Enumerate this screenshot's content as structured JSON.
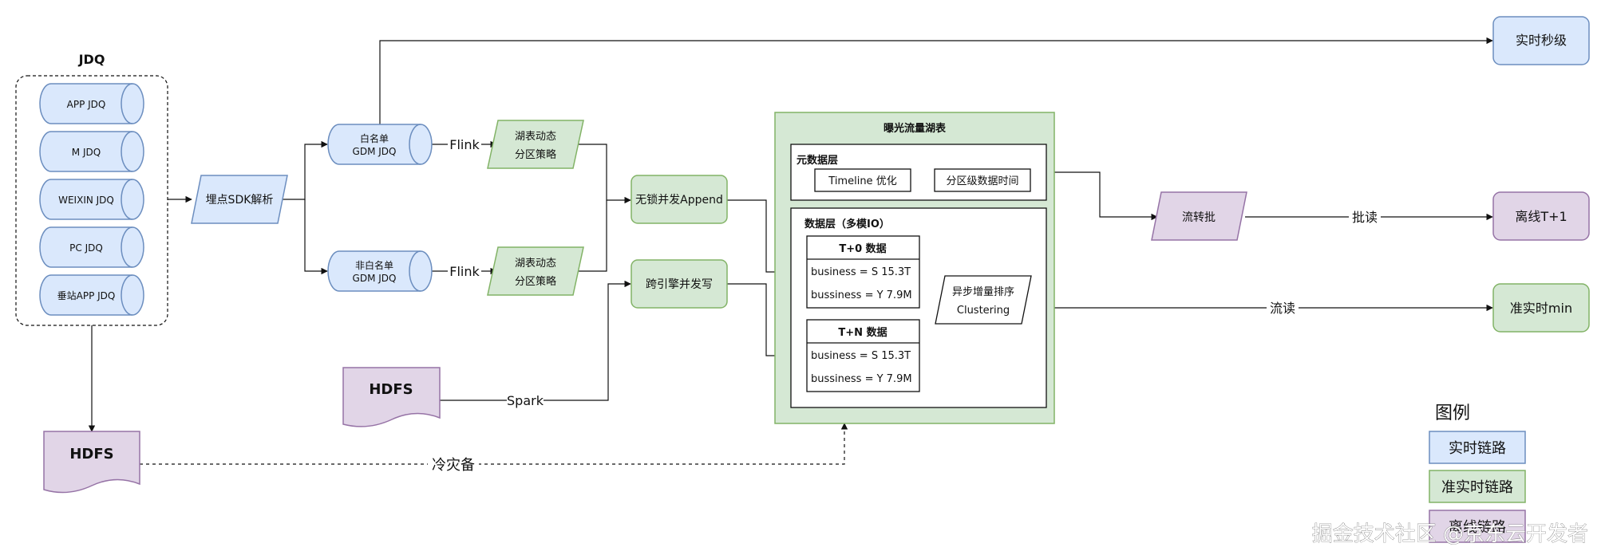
{
  "jdq_group": {
    "title": "JDQ",
    "items": [
      "APP JDQ",
      "M JDQ",
      "WEIXIN JDQ",
      "PC JDQ",
      "垂站APP JDQ"
    ]
  },
  "sdk_parse": "埋点SDK解析",
  "whitelist_jdq": [
    "白名单",
    "GDM JDQ"
  ],
  "non_whitelist_jdq": [
    "非白名单",
    "GDM JDQ"
  ],
  "edge_labels": {
    "flink_top": "Flink",
    "flink_bottom": "Flink",
    "spark": "Spark",
    "cold_backup": "冷灾备",
    "batch_read": "批读",
    "stream_read": "流读"
  },
  "partition_strategy_top": [
    "湖表动态",
    "分区策略"
  ],
  "partition_strategy_bottom": [
    "湖表动态",
    "分区策略"
  ],
  "lockfree_append": "无锁并发Append",
  "cross_engine_write": "跨引擎并发写",
  "hdfs_middle": "HDFS",
  "hdfs_bottom": "HDFS",
  "lake_table": {
    "title": "曝光流量湖表",
    "meta_layer": {
      "title": "元数据层",
      "timeline": "Timeline 优化",
      "partition_time": "分区级数据时间"
    },
    "data_layer": {
      "title": "数据层（多模IO）",
      "t0": {
        "title": "T+0 数据",
        "row1": "business = S   15.3T",
        "row2": "bussiness = Y  7.9M"
      },
      "tn": {
        "title": "T+N 数据",
        "row1": "business = S   15.3T",
        "row2": "bussiness = Y  7.9M"
      },
      "clustering": [
        "异步增量排序",
        "Clustering"
      ]
    }
  },
  "stream_to_batch": "流转批",
  "outputs": {
    "realtime_seconds": "实时秒级",
    "offline": "离线T+1",
    "near_realtime": "准实时min"
  },
  "legend": {
    "title": "图例",
    "realtime": "实时链路",
    "near_realtime": "准实时链路",
    "offline": "离线链路"
  },
  "watermark": "掘金技术社区 @京东云开发者",
  "colors": {
    "realtime_fill": "#dae8fc",
    "near_realtime_fill": "#d5e8d4",
    "offline_fill": "#e1d5e7"
  }
}
